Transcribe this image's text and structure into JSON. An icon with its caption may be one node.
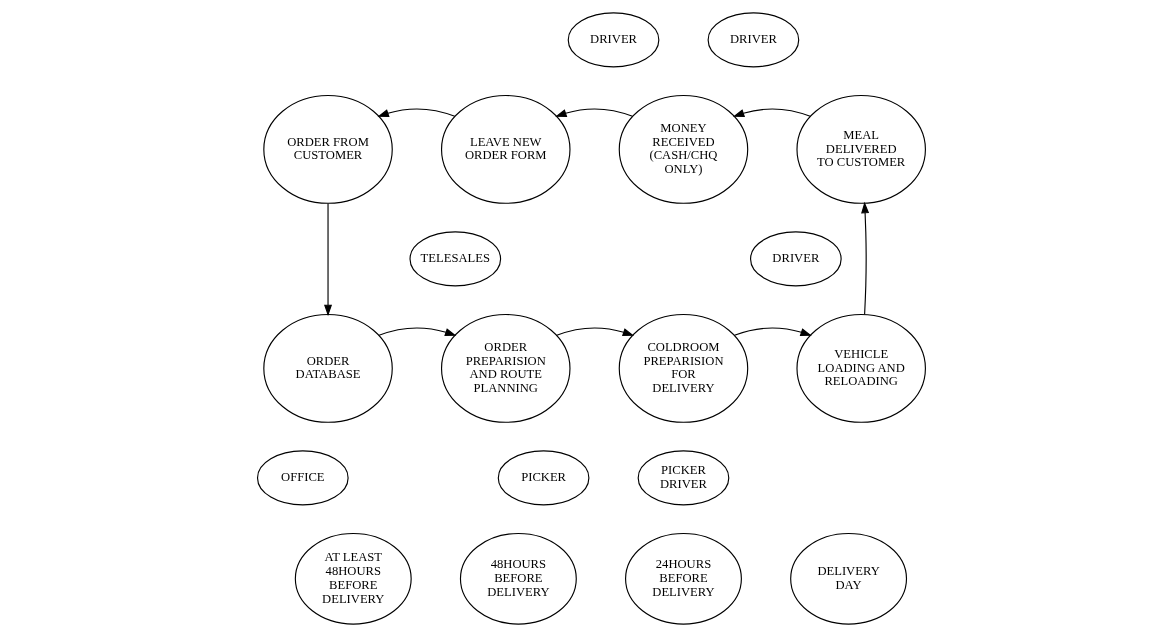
{
  "diagram": {
    "nodes": [
      {
        "text": [
          "DRIVER"
        ]
      },
      {
        "text": [
          "DRIVER"
        ]
      },
      {
        "text": [
          "ORDER FROM CUSTOMER"
        ]
      },
      {
        "text": [
          "LEAVE NEW ORDER FORM"
        ]
      },
      {
        "text": [
          "MONEY RECEIVED (CASH/CHQ ONLY)"
        ]
      },
      {
        "text": [
          "MEAL DELIVERED TO CUSTOMER"
        ]
      },
      {
        "text": [
          "TELESALES"
        ]
      },
      {
        "text": [
          "DRIVER"
        ]
      },
      {
        "text": [
          "ORDER DATABASE"
        ]
      },
      {
        "text": [
          "ORDER PREPARISION AND ROUTE PLANNING"
        ]
      },
      {
        "text": [
          "COLDROOM PREPARISION FOR DELIVERY"
        ]
      },
      {
        "text": [
          "VEHICLE LOADING AND RELOADING"
        ]
      },
      {
        "text": [
          "OFFICE"
        ]
      },
      {
        "text": [
          "PICKER"
        ]
      },
      {
        "text": [
          "PICKER DRIVER"
        ]
      },
      {
        "text": [
          "AT LEAST 48HOURS BEFORE DELIVERY"
        ]
      },
      {
        "text": [
          "48HOURS BEFORE DELIVERY"
        ]
      },
      {
        "text": [
          "24HOURS BEFORE DELIVERY"
        ]
      },
      {
        "text": [
          "DELIVERY DAY"
        ]
      }
    ],
    "edges": [
      {
        "from": 2,
        "to": 8,
        "arrow": "to"
      },
      {
        "from": 8,
        "to": 9,
        "arrow": "to"
      },
      {
        "from": 9,
        "to": 10,
        "arrow": "to"
      },
      {
        "from": 10,
        "to": 11,
        "arrow": "to"
      },
      {
        "from": 11,
        "to": 5,
        "arrow": "to"
      },
      {
        "from": 5,
        "to": 4,
        "arrow": "to"
      },
      {
        "from": 4,
        "to": 3,
        "arrow": "to"
      },
      {
        "from": 3,
        "to": 2,
        "arrow": "to"
      }
    ]
  }
}
